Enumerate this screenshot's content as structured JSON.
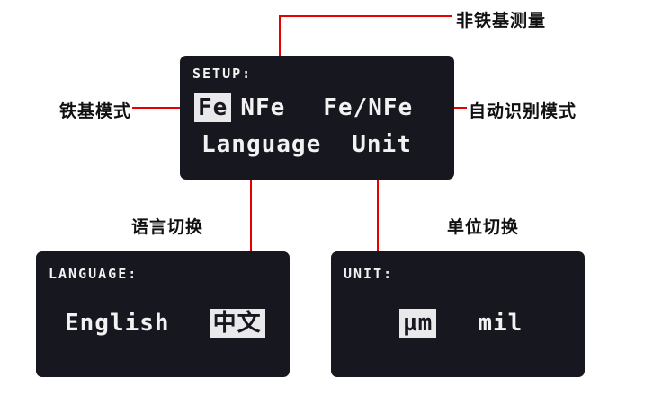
{
  "colors": {
    "background": "#ffffff",
    "screen_bg": "#17171f",
    "screen_text": "#f2f2f2",
    "highlight_bg": "#e9e9ec",
    "highlight_text": "#17171f",
    "connector_red": "#e60000",
    "annotation_text": "#111111"
  },
  "setup_screen": {
    "title": "SETUP:",
    "modes": [
      {
        "label": "Fe",
        "selected": true
      },
      {
        "label": "NFe",
        "selected": false
      },
      {
        "label": "Fe/NFe",
        "selected": false
      }
    ],
    "menu": [
      {
        "label": "Language"
      },
      {
        "label": "Unit"
      }
    ]
  },
  "language_screen": {
    "title": "LANGUAGE:",
    "options": [
      {
        "label": "English",
        "selected": false
      },
      {
        "label": "中文",
        "selected": true
      }
    ]
  },
  "unit_screen": {
    "title": "UNIT:",
    "options": [
      {
        "label": "µm",
        "selected": true
      },
      {
        "label": "mil",
        "selected": false
      }
    ]
  },
  "annotations": {
    "non_ferrous": "非铁基测量",
    "ferrous": "铁基模式",
    "auto_detect": "自动识别模式",
    "language_switch": "语言切换",
    "unit_switch": "单位切换"
  }
}
